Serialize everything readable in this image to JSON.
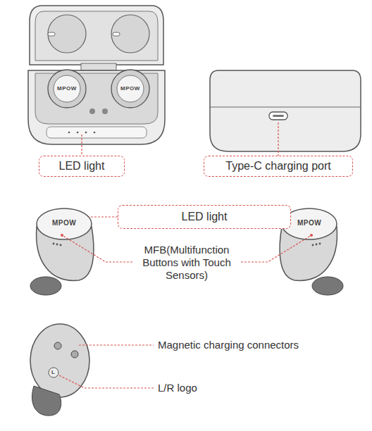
{
  "diagram": {
    "nodes": [
      {
        "text": [
          "LED light"
        ]
      },
      {
        "text": [
          "Type-C charging port"
        ]
      },
      {
        "text": [
          "LED light"
        ]
      }
    ],
    "labels": [
      "MPOW",
      "MPOW",
      "MPOW",
      "MPOW",
      "MFB(Multifunction Buttons with Touch Sensors)",
      "Magnetic charging connectors",
      "L",
      "L/R logo"
    ]
  }
}
